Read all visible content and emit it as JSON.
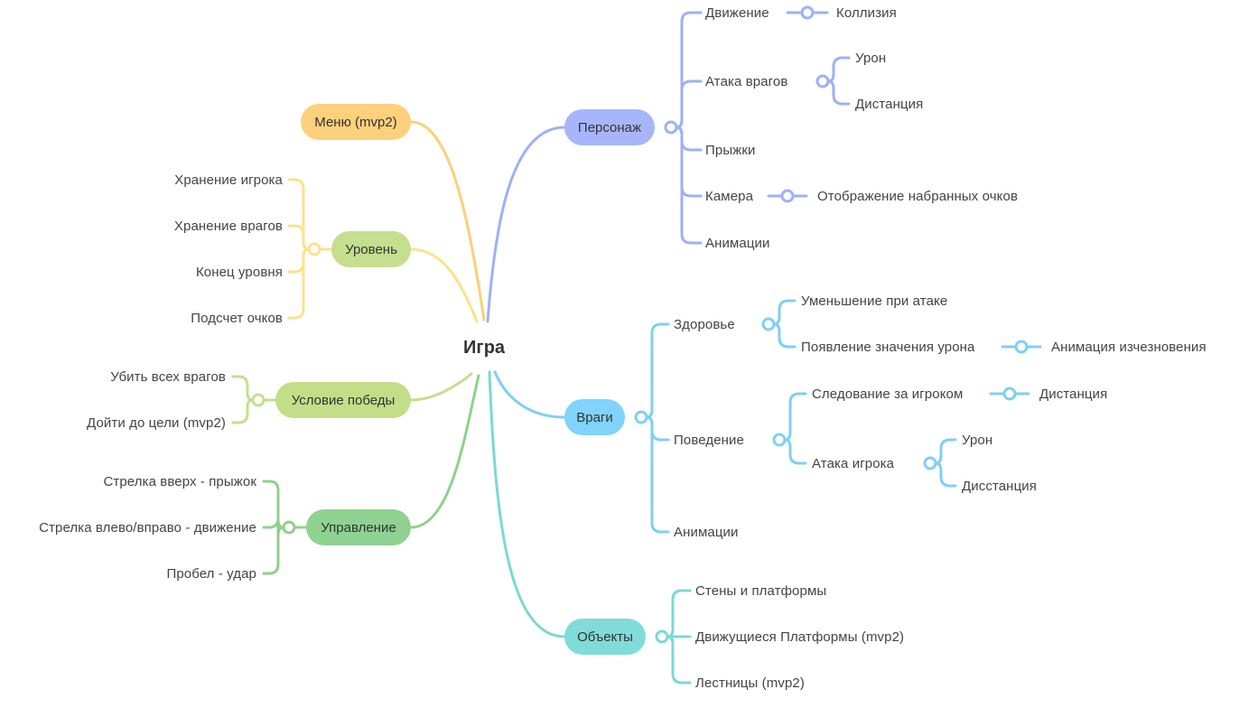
{
  "root": {
    "label": "Игра"
  },
  "colors": {
    "persona": "#9eb1f5",
    "persona_fill": "#a7b6fb",
    "enemies": "#80cff5",
    "enemies_fill": "#80d3fb",
    "objects": "#7dd8d3",
    "objects_fill": "#80dcd8",
    "menu": "#fbd079",
    "menu_fill": "#fcd07c",
    "level": "#fbe38c",
    "level_fill": "#c5df8f",
    "win": "#c3df8c",
    "win_fill": "#c3de88",
    "controls": "#8fd18b",
    "controls_fill": "#8fd291"
  },
  "right": {
    "persona": {
      "label": "Персонаж",
      "children": [
        {
          "label": "Движение",
          "children": [
            "Коллизия"
          ]
        },
        {
          "label": "Атака врагов",
          "children": [
            "Урон",
            "Дистанция"
          ]
        },
        {
          "label": "Прыжки"
        },
        {
          "label": "Камера",
          "children": [
            "Отображение набранных очков"
          ]
        },
        {
          "label": "Анимации"
        }
      ]
    },
    "enemies": {
      "label": "Враги",
      "children": [
        {
          "label": "Здоровье",
          "children": [
            "Уменьшение при атаке",
            "Появление значения урона"
          ],
          "grandchild": "Анимация изчезновения"
        },
        {
          "label": "Поведение",
          "children": [
            "Следование за игроком",
            "Атака игрока"
          ],
          "follow_child": "Дистанция",
          "attack_children": [
            "Урон",
            "Дисстанция"
          ]
        },
        {
          "label": "Анимации"
        }
      ]
    },
    "objects": {
      "label": "Объекты",
      "children": [
        "Стены и платформы",
        "Движущиеся Платформы (mvp2)",
        "Лестницы (mvp2)"
      ]
    }
  },
  "left": {
    "menu": {
      "label": "Меню (mvp2)"
    },
    "level": {
      "label": "Уровень",
      "children": [
        "Хранение игрока",
        "Хранение врагов",
        "Конец уровня",
        "Подсчет очков"
      ]
    },
    "win": {
      "label": "Условие победы",
      "children": [
        "Убить всех врагов",
        "Дойти до цели (mvp2)"
      ]
    },
    "controls": {
      "label": "Управление",
      "children": [
        "Стрелка вверх - прыжок",
        "Стрелка влево/вправо - движение",
        "Пробел - удар"
      ]
    }
  }
}
